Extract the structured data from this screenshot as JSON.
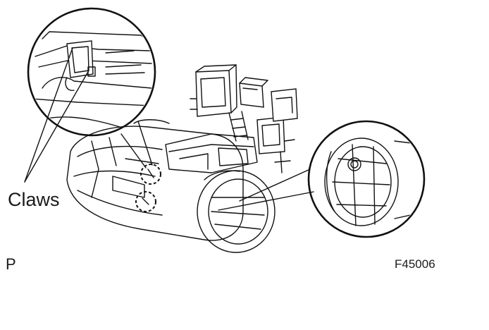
{
  "labels": {
    "callout": "Claws",
    "corner": "P",
    "figure_id": "F45006"
  }
}
